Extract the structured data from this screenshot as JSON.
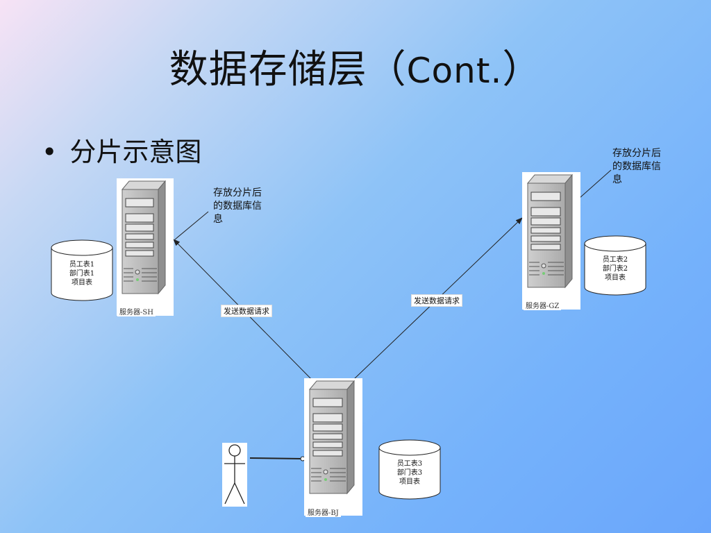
{
  "slide": {
    "title_cjk": "数据存储层（",
    "title_latin": "Cont.",
    "title_close": "）",
    "bullet": "分片示意图"
  },
  "servers": {
    "sh": {
      "label": "服务器-SH"
    },
    "gz": {
      "label": "服务器-GZ"
    },
    "bj": {
      "label": "服务器-BJ"
    }
  },
  "notes": {
    "sh": [
      "存放分片后",
      "的数据库信",
      "息"
    ],
    "gz": [
      "存放分片后",
      "的数据库信",
      "息"
    ]
  },
  "databases": {
    "db1": [
      "员工表1",
      "部门表1",
      "项目表"
    ],
    "db2": [
      "员工表2",
      "部门表2",
      "项目表"
    ],
    "db3": [
      "员工表3",
      "部门表3",
      "项目表"
    ]
  },
  "edges": {
    "to_sh": "发送数据请求",
    "to_gz": "发送数据请求"
  },
  "colors": {
    "server_body": "#b9b9b9",
    "server_side": "#8f8f8f",
    "server_top": "#d8d8d8",
    "line": "#222222"
  }
}
